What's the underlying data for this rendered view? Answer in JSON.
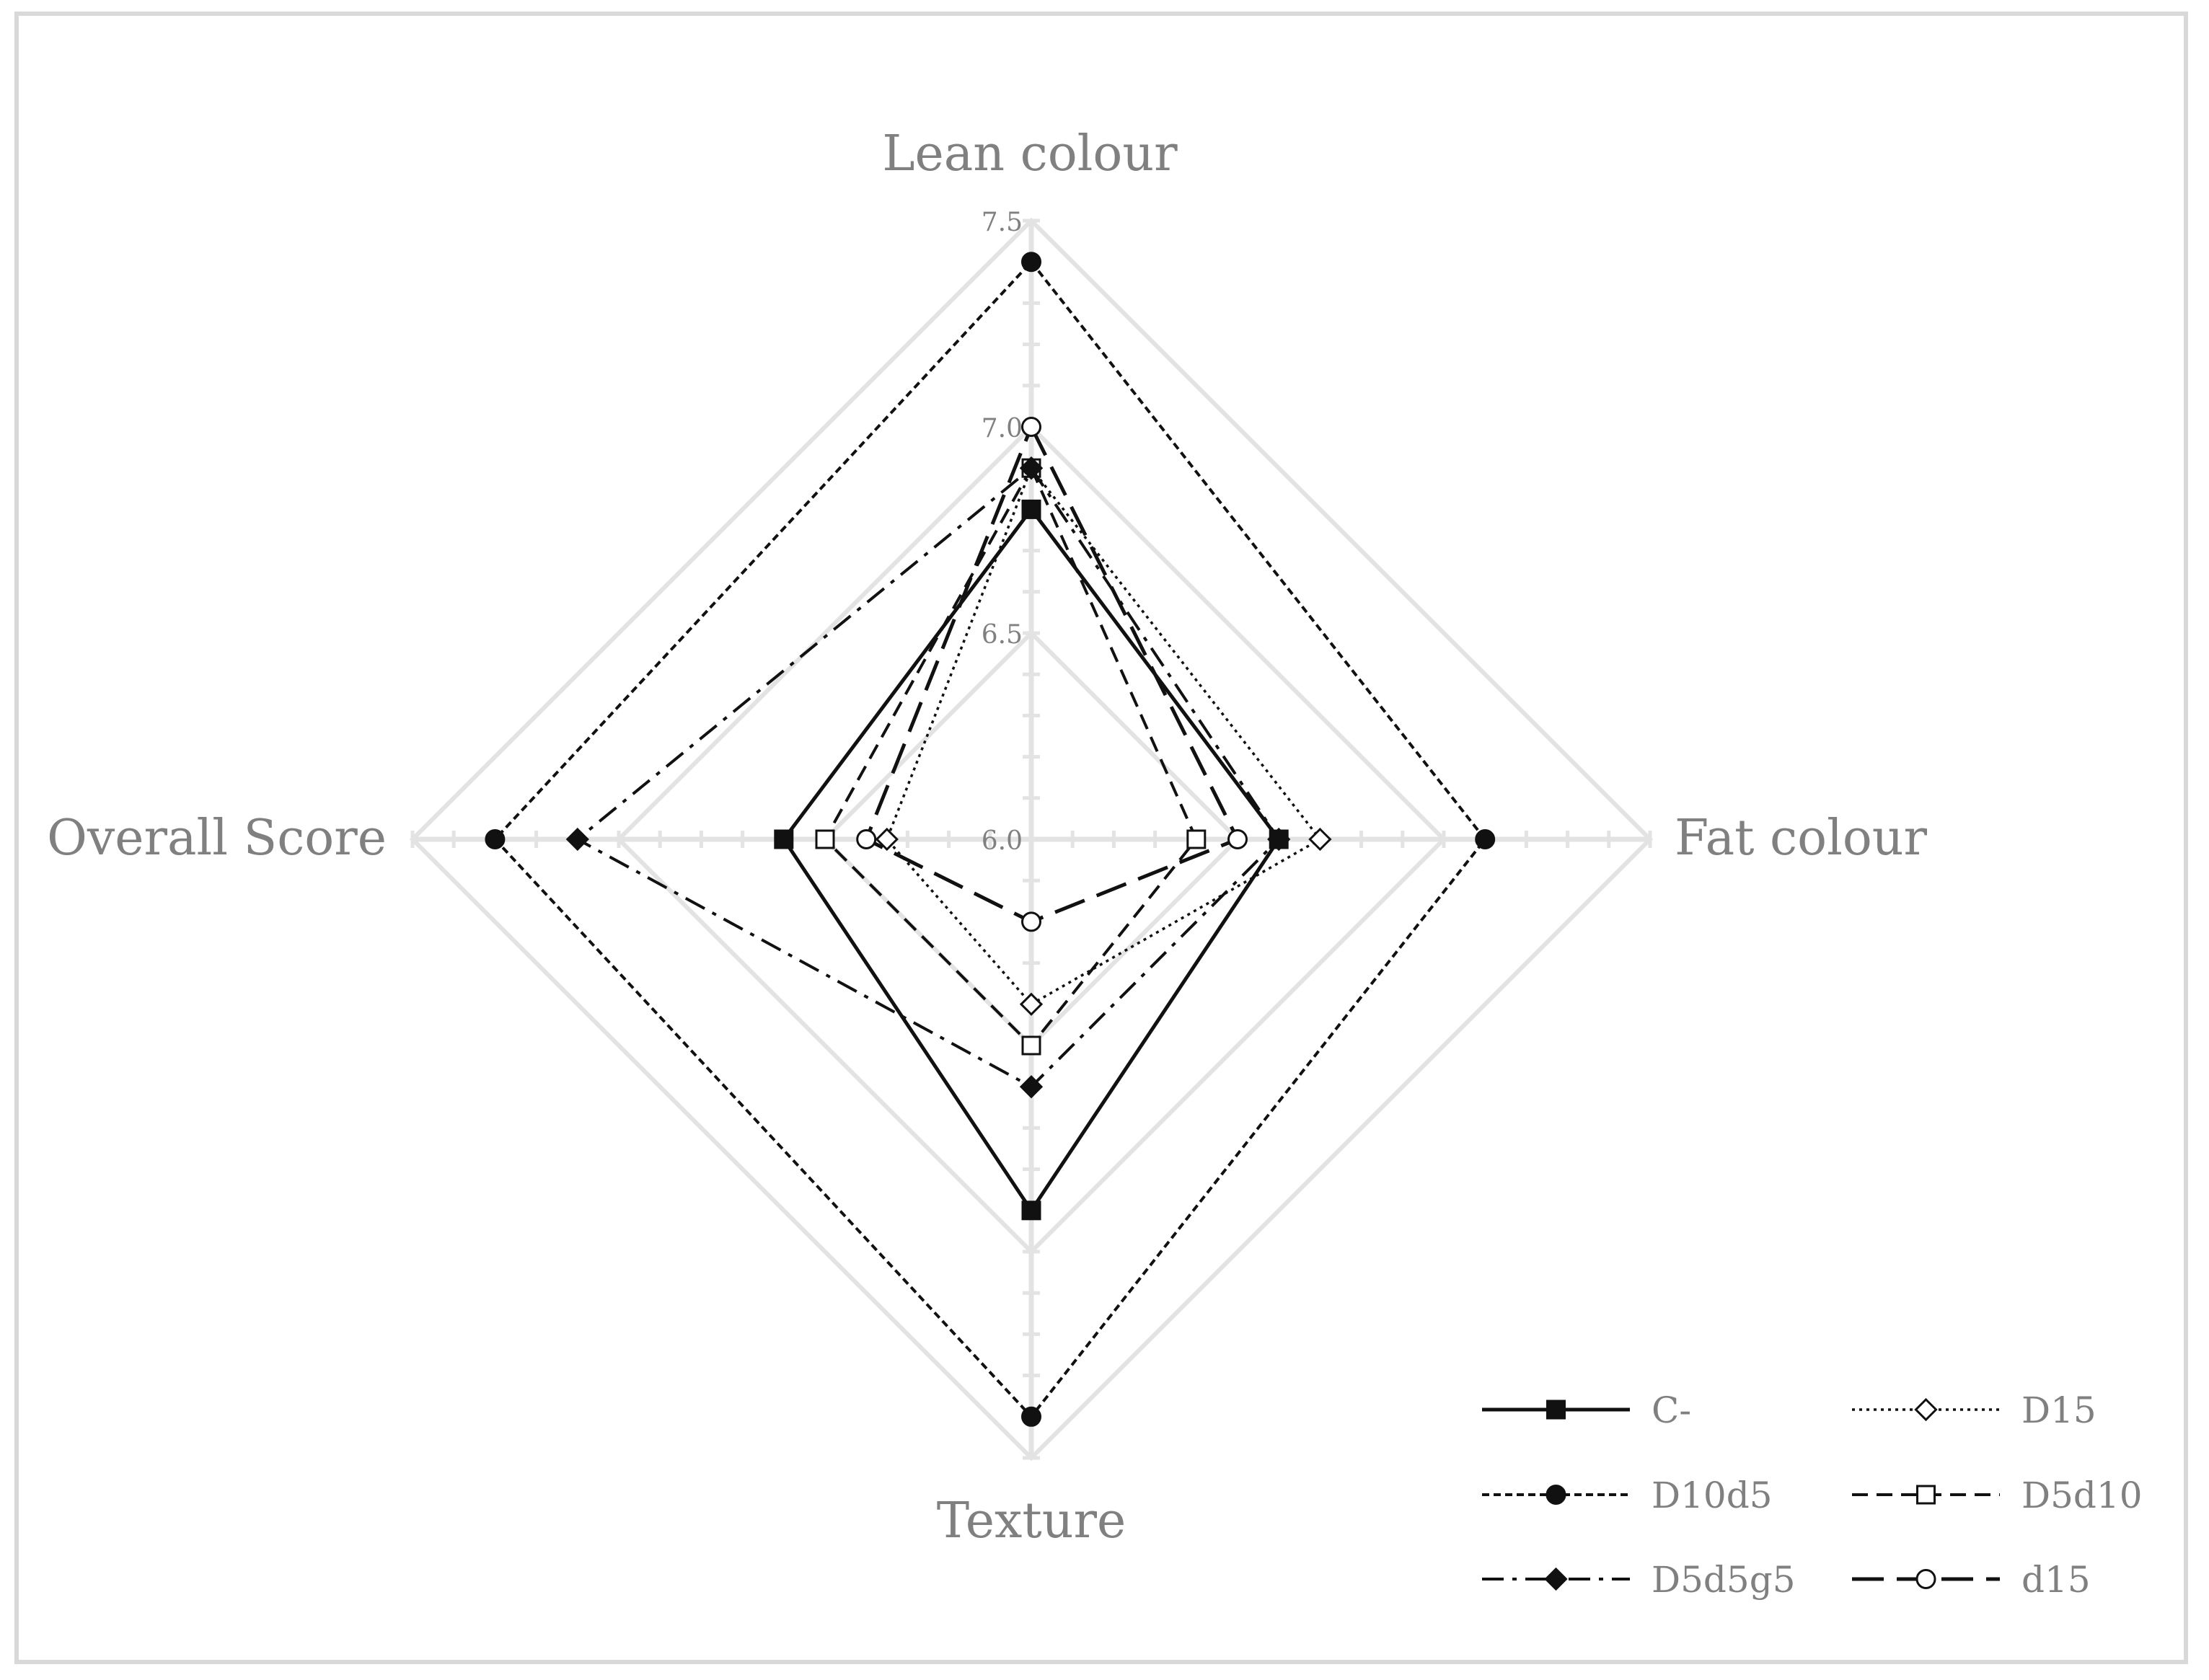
{
  "chart_data": {
    "type": "radar",
    "axes": [
      "Lean colour",
      "Fat colour",
      "Texture",
      "Overall Score"
    ],
    "rlim": [
      6.0,
      7.5
    ],
    "ticks": [
      "6.0",
      "6.5",
      "7.0",
      "7.5"
    ],
    "tick_values": [
      6.0,
      6.5,
      7.0,
      7.5
    ],
    "minor_step": 0.1,
    "grid": true,
    "legend_position": "bottom-right",
    "series": [
      {
        "name": "C-",
        "values": [
          6.8,
          6.6,
          6.9,
          6.6
        ],
        "line": "solid",
        "marker": "square-filled"
      },
      {
        "name": "D15",
        "values": [
          6.9,
          6.7,
          6.4,
          6.35
        ],
        "line": "dotted",
        "marker": "diamond-open"
      },
      {
        "name": "D10d5",
        "values": [
          7.4,
          7.1,
          7.4,
          7.3
        ],
        "line": "short-dash",
        "marker": "circle-filled"
      },
      {
        "name": "D5d10",
        "values": [
          6.9,
          6.4,
          6.5,
          6.5
        ],
        "line": "dash",
        "marker": "square-open"
      },
      {
        "name": "D5d5g5",
        "values": [
          6.9,
          6.6,
          6.6,
          7.1
        ],
        "line": "dash-dot",
        "marker": "diamond-filled"
      },
      {
        "name": "d15",
        "values": [
          7.0,
          6.5,
          6.2,
          6.4
        ],
        "line": "long-dash",
        "marker": "circle-open"
      }
    ]
  }
}
